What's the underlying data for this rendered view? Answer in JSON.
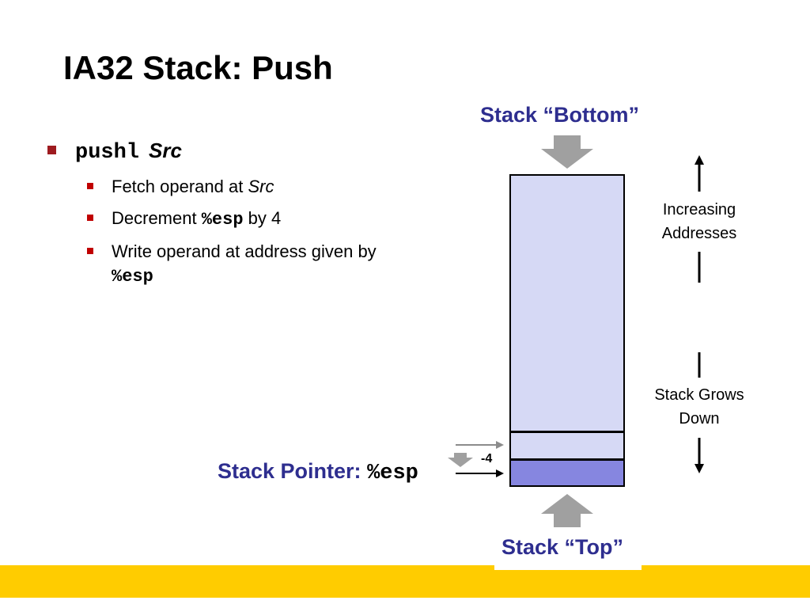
{
  "slide": {
    "title": "IA32 Stack: Push"
  },
  "bullets": {
    "main_cmd": "pushl",
    "main_arg": "Src",
    "sub": [
      {
        "pre": "Fetch operand at ",
        "code": "",
        "italic": "Src",
        "post": ""
      },
      {
        "pre": "Decrement ",
        "code": "%esp",
        "italic": "",
        "post": " by 4"
      },
      {
        "pre": "Write operand at address given by ",
        "code": "%esp",
        "italic": "",
        "post": ""
      }
    ]
  },
  "diagram": {
    "stack_bottom_label": "Stack “Bottom”",
    "stack_top_label": "Stack “Top”",
    "stack_pointer_label": "Stack Pointer: ",
    "stack_pointer_reg": "%esp",
    "increasing_addresses": [
      "Increasing",
      "Addresses"
    ],
    "stack_grows_down": [
      "Stack Grows",
      "Down"
    ],
    "minus_four": "-4",
    "colors": {
      "label_blue": "#2e2e8f",
      "stack_fill": "#d6d9f5",
      "stack_new_fill": "#8686e0",
      "arrow_gray": "#a0a0a0",
      "footer_yellow": "#ffcc00",
      "bullet_red": "#c00000"
    }
  }
}
